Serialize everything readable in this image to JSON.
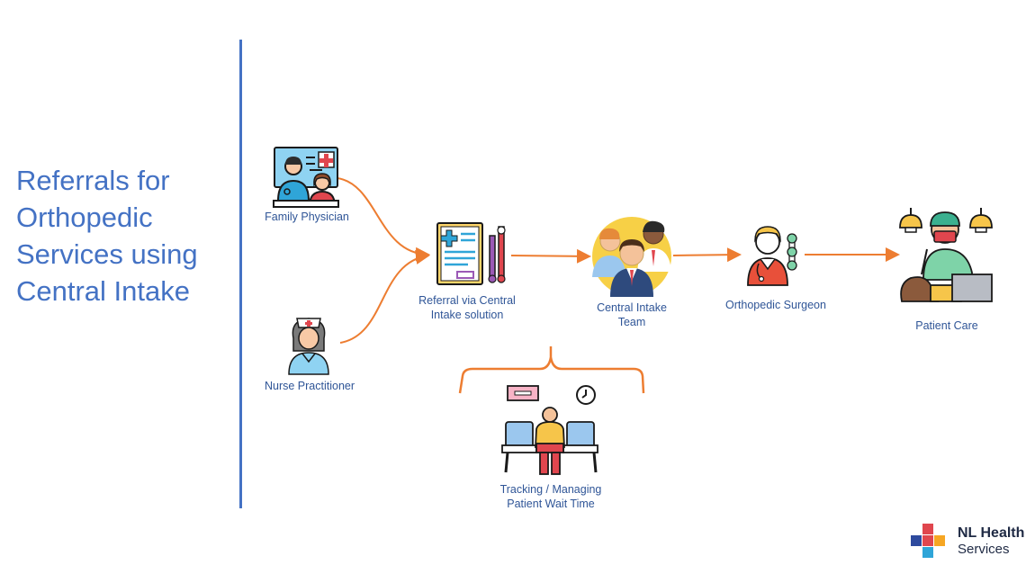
{
  "title_lines": [
    "Referrals for",
    "Orthopedic",
    "Services using",
    "Central Intake"
  ],
  "nodes": {
    "family_physician": {
      "label": "Family Physician"
    },
    "nurse_practitioner": {
      "label": "Nurse Practitioner"
    },
    "referral": {
      "label_lines": [
        "Referral via Central",
        "Intake solution"
      ]
    },
    "central_intake": {
      "label_lines": [
        "Central Intake",
        "Team"
      ]
    },
    "surgeon": {
      "label": "Orthopedic Surgeon"
    },
    "patient_care": {
      "label": "Patient Care"
    },
    "tracking": {
      "label_lines": [
        "Tracking / Managing",
        "Patient Wait Time"
      ]
    }
  },
  "logo": {
    "line1": "NL Health",
    "line2": "Services"
  },
  "colors": {
    "title": "#4472C4",
    "label": "#2F5597",
    "arrow": "#ED7D31",
    "divider": "#4472C4"
  }
}
